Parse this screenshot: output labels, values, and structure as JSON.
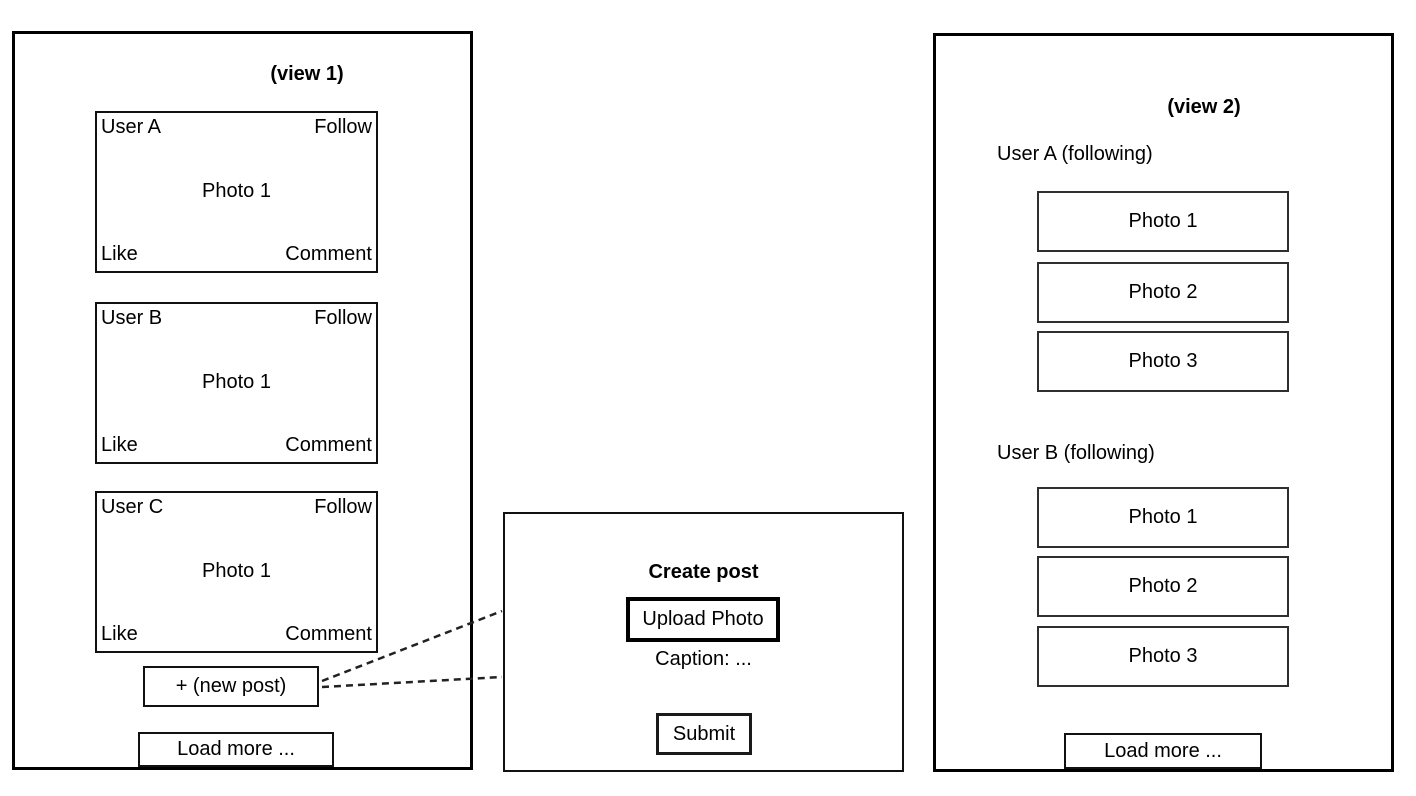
{
  "colors": {
    "background": "#ffffff",
    "line": "#000000",
    "text": "#000000"
  },
  "view1": {
    "title": "(view 1)",
    "posts": [
      {
        "user": "User A",
        "follow_label": "Follow",
        "photo_label": "Photo 1",
        "like_label": "Like",
        "comment_label": "Comment"
      },
      {
        "user": "User B",
        "follow_label": "Follow",
        "photo_label": "Photo 1",
        "like_label": "Like",
        "comment_label": "Comment"
      },
      {
        "user": "User C",
        "follow_label": "Follow",
        "photo_label": "Photo 1",
        "like_label": "Like",
        "comment_label": "Comment"
      }
    ],
    "new_post_label": "+ (new post)",
    "load_more_label": "Load more ..."
  },
  "create_post": {
    "title": "Create post",
    "upload_label": "Upload Photo",
    "caption_label": "Caption: ...",
    "submit_label": "Submit"
  },
  "view2": {
    "title": "(view 2)",
    "sections": [
      {
        "header": "User A (following)",
        "photos": [
          "Photo 1",
          "Photo 2",
          "Photo 3"
        ]
      },
      {
        "header": "User B (following)",
        "photos": [
          "Photo 1",
          "Photo 2",
          "Photo 3"
        ]
      }
    ],
    "load_more_label": "Load more ..."
  }
}
